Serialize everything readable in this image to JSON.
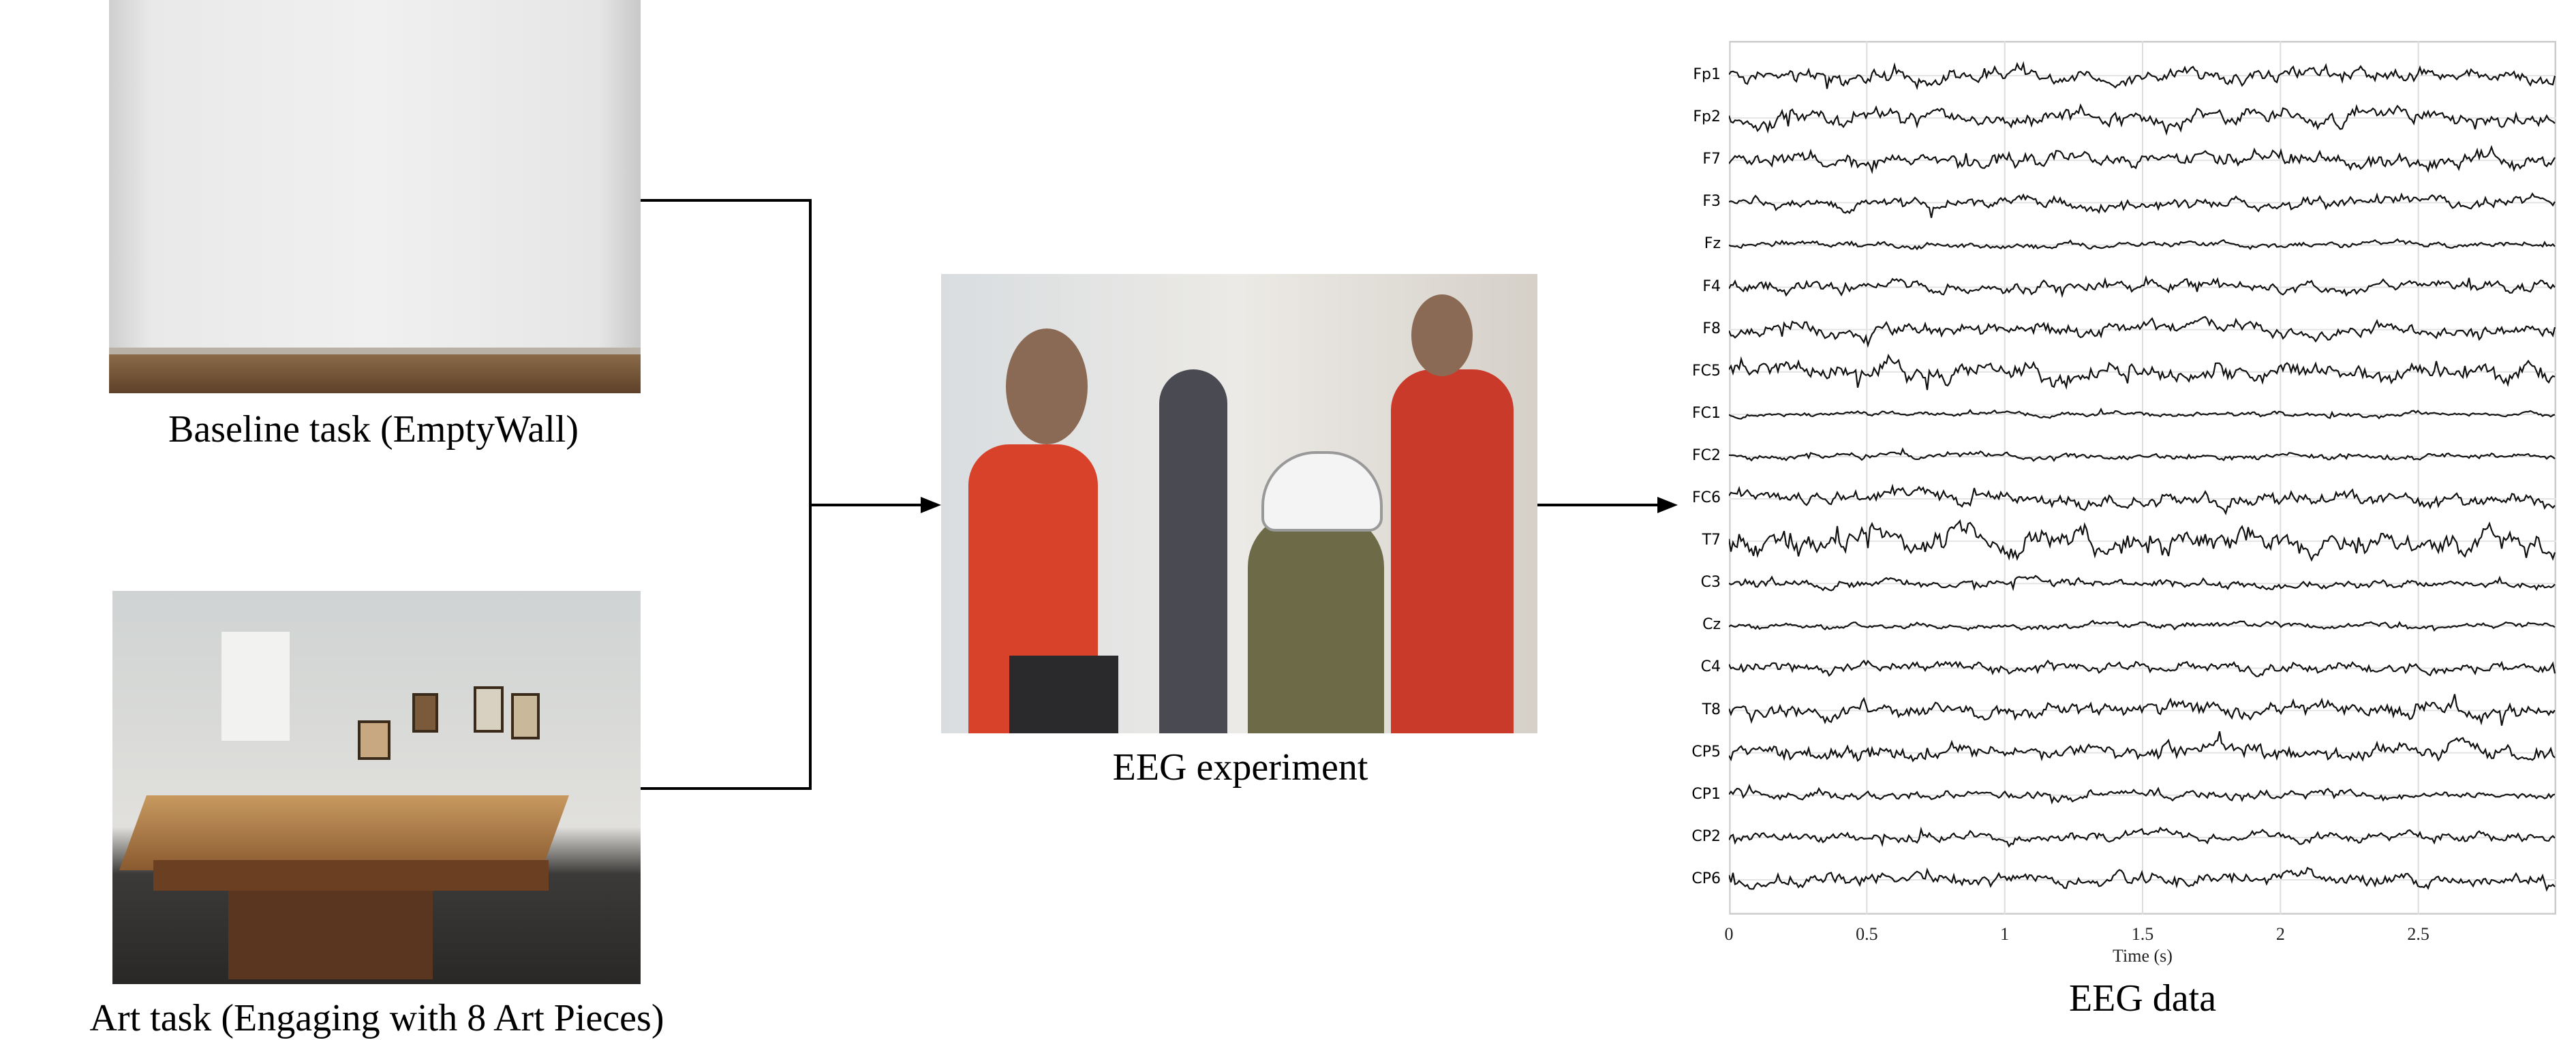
{
  "baseline": {
    "caption": "Baseline task (EmptyWall)"
  },
  "art": {
    "caption": "Art task (Engaging with 8 Art Pieces)"
  },
  "experiment": {
    "caption": "EEG experiment"
  },
  "eeg": {
    "caption": "EEG data"
  },
  "chart_data": {
    "type": "line",
    "title": "",
    "xlabel": "Time (s)",
    "ylabel": "",
    "xlim": [
      0,
      3
    ],
    "xticks": [
      "0",
      "0.5",
      "1",
      "1.5",
      "2",
      "2.5"
    ],
    "xtick_values": [
      0,
      0.5,
      1,
      1.5,
      2,
      2.5
    ],
    "grid": true,
    "channels": [
      "Fp1",
      "Fp2",
      "F7",
      "F3",
      "Fz",
      "F4",
      "F8",
      "FC5",
      "FC1",
      "FC2",
      "FC6",
      "T7",
      "C3",
      "Cz",
      "C4",
      "T8",
      "CP5",
      "CP1",
      "CP2",
      "CP6"
    ],
    "relative_amplitude": [
      1.2,
      1.3,
      1.3,
      1.0,
      0.5,
      1.0,
      1.2,
      1.5,
      0.4,
      0.5,
      1.2,
      2.0,
      0.7,
      0.5,
      0.9,
      1.3,
      1.3,
      0.8,
      0.8,
      1.1
    ]
  }
}
